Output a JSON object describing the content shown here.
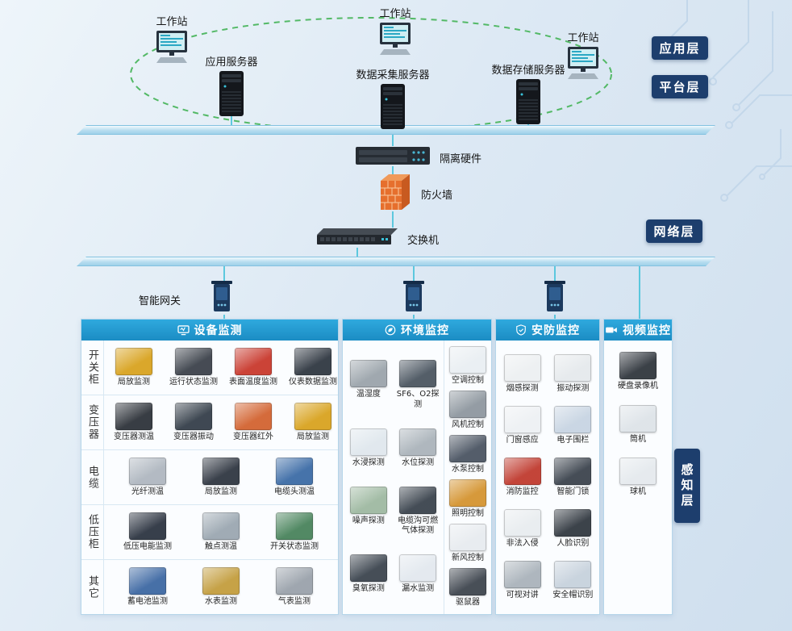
{
  "layers": {
    "app": "应用层",
    "platform": "平台层",
    "network": "网络层",
    "perception": "感知层"
  },
  "top": {
    "workstations": [
      "工作站",
      "工作站",
      "工作站"
    ],
    "servers": [
      "应用服务器",
      "数据采集服务器",
      "数据存储服务器"
    ]
  },
  "middle": {
    "isolation": "隔离硬件",
    "firewall": "防火墙",
    "switch": "交换机",
    "gateway": "智能网关"
  },
  "colors": {
    "accent_blue": "#1f97cf",
    "badge_navy": "#1d3e6d",
    "line_cyan": "#3bc0d8",
    "ring_green": "#53b966",
    "firewall_orange": "#e2662a"
  },
  "panels": [
    {
      "id": "device",
      "title": "设备监测",
      "icon": "meter-icon",
      "type": "rows",
      "rows": [
        {
          "label": "开关柜",
          "items": [
            {
              "label": "局放监测",
              "tone": "#d8a21e"
            },
            {
              "label": "运行状态监测",
              "tone": "#3a4049"
            },
            {
              "label": "表面温度监测",
              "tone": "#c8372b"
            },
            {
              "label": "仪表数据监测",
              "tone": "#2e3640"
            }
          ]
        },
        {
          "label": "变压器",
          "items": [
            {
              "label": "变压器测温",
              "tone": "#2c3138"
            },
            {
              "label": "变压器振动",
              "tone": "#333d48"
            },
            {
              "label": "变压器红外",
              "tone": "#d2622f"
            },
            {
              "label": "局放监测",
              "tone": "#d8a21e"
            }
          ]
        },
        {
          "label": "电缆",
          "items": [
            {
              "label": "光纤测温",
              "tone": "#aeb6bf"
            },
            {
              "label": "局放监测",
              "tone": "#2e3540"
            },
            {
              "label": "电缆头测温",
              "tone": "#3a6aa5"
            }
          ]
        },
        {
          "label": "低压柜",
          "items": [
            {
              "label": "低压电能监测",
              "tone": "#2b3340"
            },
            {
              "label": "触点测温",
              "tone": "#9aa6b0"
            },
            {
              "label": "开关状态监测",
              "tone": "#47825a"
            }
          ]
        },
        {
          "label": "其它",
          "items": [
            {
              "label": "蓄电池监测",
              "tone": "#3c67a2"
            },
            {
              "label": "水表监测",
              "tone": "#c29c3c"
            },
            {
              "label": "气表监测",
              "tone": "#99a1aa"
            }
          ]
        }
      ]
    },
    {
      "id": "environment",
      "title": "环境监控",
      "icon": "leaf-icon",
      "type": "columns",
      "columns": [
        {
          "perRow": 2,
          "items": [
            {
              "label": "温湿度",
              "tone": "#9aa3aa"
            },
            {
              "label": "SF6、O2探测",
              "tone": "#49545f"
            },
            {
              "label": "水浸探测",
              "tone": "#dfe7ed"
            },
            {
              "label": "水位探测",
              "tone": "#aab3ba"
            },
            {
              "label": "噪声探测",
              "tone": "#9db8a0"
            },
            {
              "label": "电缆沟可燃气体探测",
              "tone": "#39424c"
            },
            {
              "label": "臭氧探测",
              "tone": "#3a434d"
            },
            {
              "label": "漏水监测",
              "tone": "#e2e8ee"
            }
          ]
        },
        {
          "perRow": 1,
          "items": [
            {
              "label": "空调控制",
              "tone": "#e9eef2"
            },
            {
              "label": "风机控制",
              "tone": "#8d969e"
            },
            {
              "label": "水泵控制",
              "tone": "#495361"
            },
            {
              "label": "照明控制",
              "tone": "#d4932f"
            },
            {
              "label": "新风控制",
              "tone": "#e7ebef"
            },
            {
              "label": "驱鼠器",
              "tone": "#3d444d"
            }
          ]
        }
      ]
    },
    {
      "id": "security",
      "title": "安防监控",
      "icon": "shield-icon",
      "type": "columns",
      "columns": [
        {
          "perRow": 2,
          "items": [
            {
              "label": "烟感探测",
              "tone": "#eceff1"
            },
            {
              "label": "振动探测",
              "tone": "#e5e9ec"
            },
            {
              "label": "门窗感应",
              "tone": "#edf0f3"
            },
            {
              "label": "电子围栏",
              "tone": "#c7d4e2"
            },
            {
              "label": "消防监控",
              "tone": "#bf392d"
            },
            {
              "label": "智能门锁",
              "tone": "#3a424c"
            },
            {
              "label": "非法入侵",
              "tone": "#e8ecef"
            },
            {
              "label": "人脸识别",
              "tone": "#30373f"
            },
            {
              "label": "可视对讲",
              "tone": "#a9b2ba"
            },
            {
              "label": "安全帽识别",
              "tone": "#c6d1dc"
            }
          ]
        }
      ]
    },
    {
      "id": "video",
      "title": "视频监控",
      "icon": "camera-icon",
      "type": "columns",
      "columns": [
        {
          "perRow": 1,
          "items": [
            {
              "label": "硬盘录像机",
              "tone": "#2f353c"
            },
            {
              "label": "筒机",
              "tone": "#dde3e8"
            },
            {
              "label": "球机",
              "tone": "#e4e9ed"
            }
          ]
        }
      ]
    }
  ]
}
